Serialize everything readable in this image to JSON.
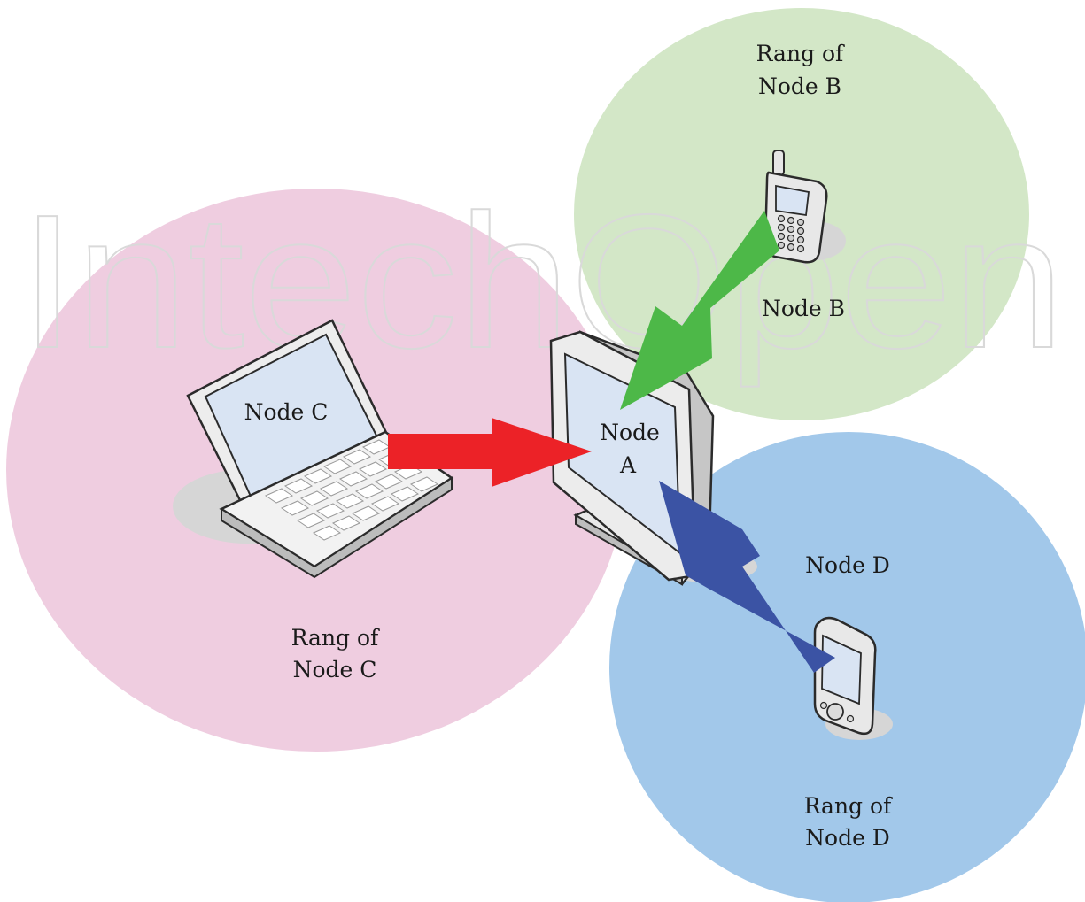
{
  "colors": {
    "range_b": "#d3e7c7",
    "range_c": "#efcde0",
    "range_d": "#a2c8ea",
    "arrow_b": "#4db848",
    "arrow_c": "#ec2227",
    "arrow_d": "#3b53a4",
    "screen": "#d9e4f3",
    "device_body": "#e6e6e6",
    "device_outline": "#2b2b2b",
    "shadow": "#d6d6d6",
    "watermark": "#d9d9d9"
  },
  "ranges": {
    "b": {
      "label_line1": "Rang of",
      "label_line2": "Node B"
    },
    "c": {
      "label_line1": "Rang of",
      "label_line2": "Node C"
    },
    "d": {
      "label_line1": "Rang of",
      "label_line2": "Node D"
    }
  },
  "nodes": {
    "a": {
      "label_line1": "Node",
      "label_line2": "A",
      "icon": "desktop-monitor-icon"
    },
    "b": {
      "label": "Node B",
      "icon": "mobile-phone-icon"
    },
    "c": {
      "label": "Node C",
      "icon": "laptop-icon"
    },
    "d": {
      "label": "Node D",
      "icon": "pda-icon"
    }
  },
  "watermark": {
    "text": "IntechOpen"
  }
}
